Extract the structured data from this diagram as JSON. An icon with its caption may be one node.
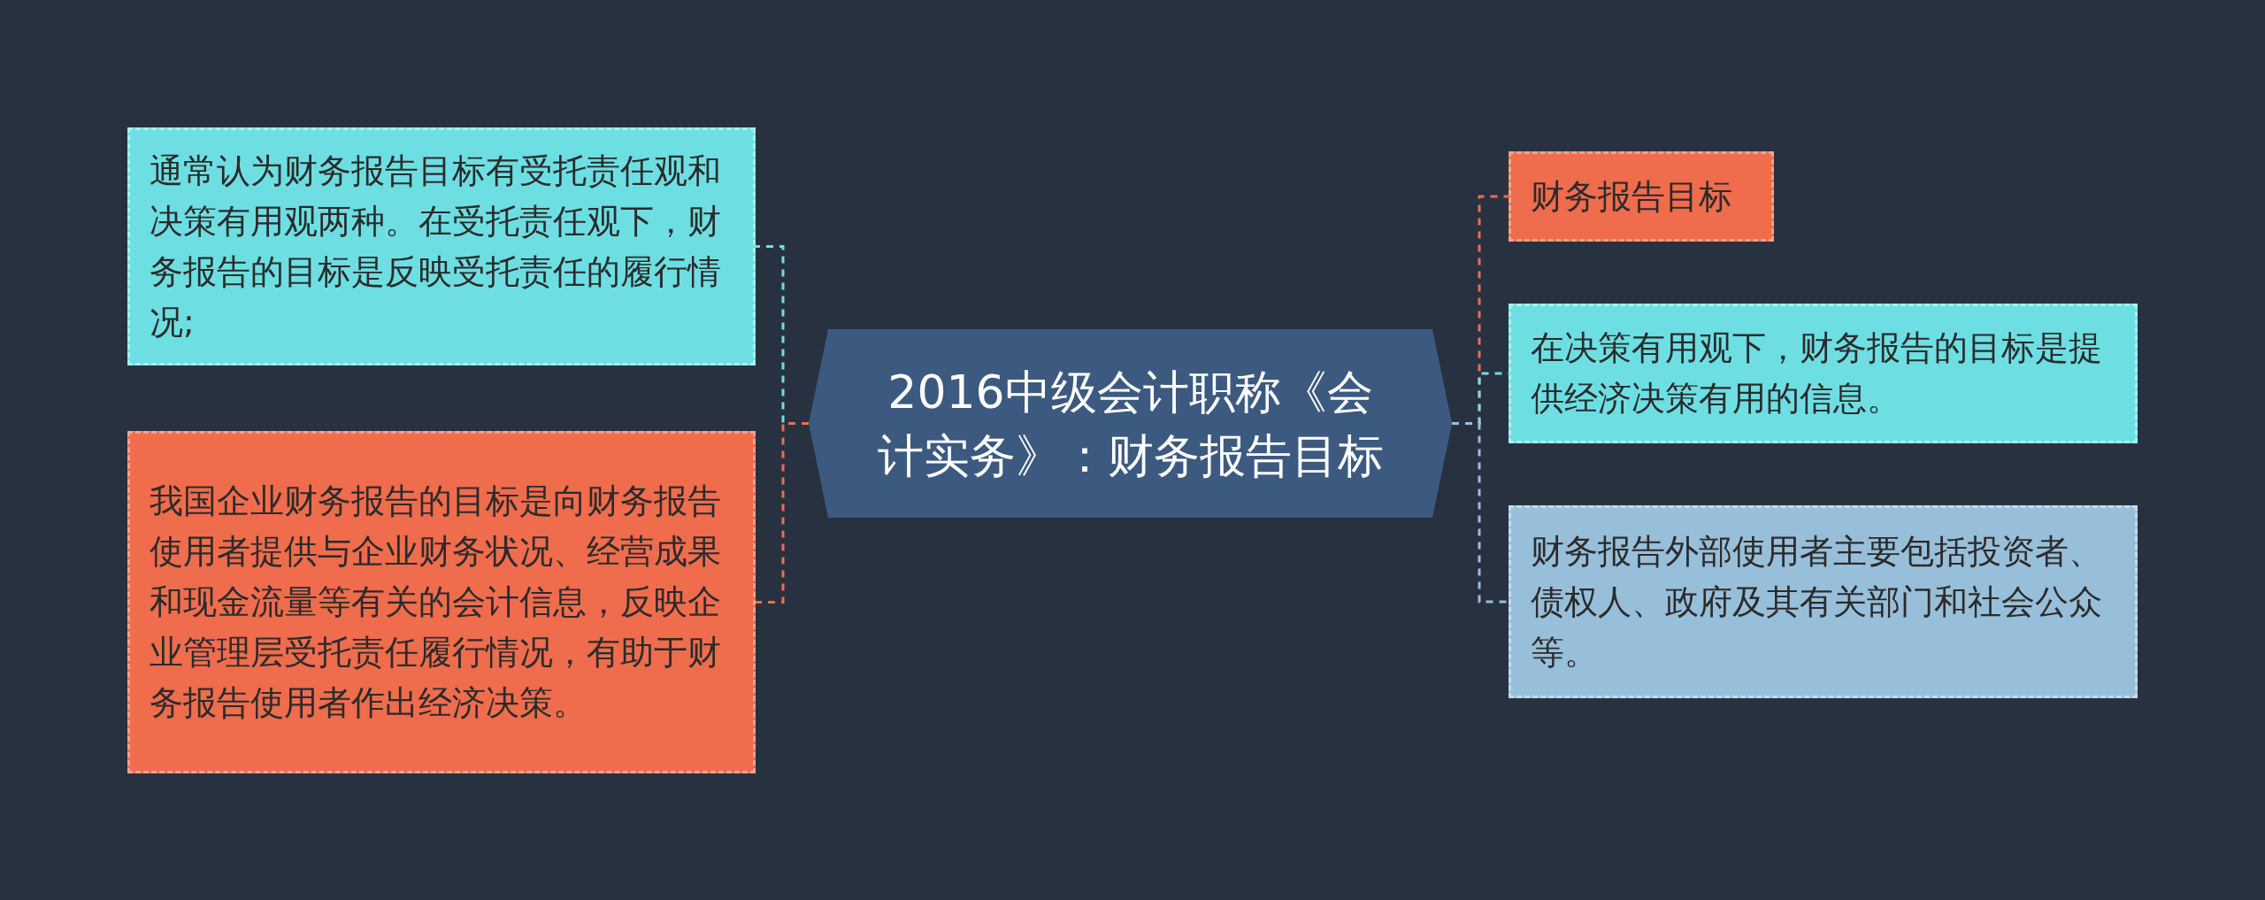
{
  "diagram": {
    "nodes": [
      {
        "text": [
          "2016中级会计职称《会计实务》：财务报告目标"
        ]
      },
      {
        "text": [
          "通常认为财务报告目标有受托责任观和决策有用观两种。在受托责任观下，财务报告的目标是反映受托责任的履行情况;"
        ]
      },
      {
        "text": [
          "我国企业财务报告的目标是向财务报告使用者提供与企业财务状况、经营成果和现金流量等有关的会计信息，反映企业管理层受托责任履行情况，有助于财务报告使用者作出经济决策。"
        ]
      },
      {
        "text": [
          "财务报告目标"
        ]
      },
      {
        "text": [
          "在决策有用观下，财务报告的目标是提供经济决策有用的信息。"
        ]
      },
      {
        "text": [
          "财务报告外部使用者主要包括投资者、债权人、政府及其有关部门和社会公众等。"
        ]
      }
    ],
    "edges": [
      {
        "from": 0,
        "to": 1,
        "arrow": "none",
        "style": "dashed",
        "color": "#6ddfe3"
      },
      {
        "from": 0,
        "to": 2,
        "arrow": "none",
        "style": "dashed",
        "color": "#ef6c4d"
      },
      {
        "from": 0,
        "to": 3,
        "arrow": "none",
        "style": "dashed",
        "color": "#ef6c4d"
      },
      {
        "from": 0,
        "to": 4,
        "arrow": "none",
        "style": "dashed",
        "color": "#6ddfe3"
      },
      {
        "from": 0,
        "to": 5,
        "arrow": "none",
        "style": "dashed",
        "color": "#98bfd9"
      }
    ]
  }
}
